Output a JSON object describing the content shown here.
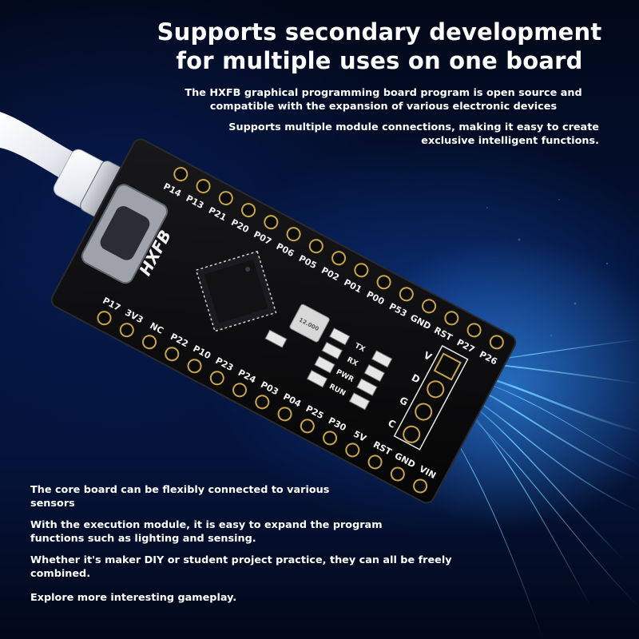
{
  "headline": {
    "line1": "Supports secondary development",
    "line2": "for multiple uses on one board"
  },
  "intro": {
    "line1": "The HXFB graphical programming board program is open source and",
    "line2": "compatible with the expansion of various electronic devices"
  },
  "modules": {
    "line1": "Supports multiple module connections, making it easy to create",
    "line2": "exclusive intelligent functions."
  },
  "features": [
    {
      "line1": "The core board can be flexibly connected to various",
      "line2": "sensors"
    },
    {
      "line1": "With the execution module, it is easy to expand the program",
      "line2": "functions such as lighting and sensing."
    },
    {
      "line1": "Whether it's maker DIY or student project practice, they can all be freely",
      "line2": "combined."
    },
    {
      "line1": "Explore more interesting gameplay.",
      "line2": ""
    }
  ],
  "board": {
    "logo": "HXFB",
    "top_pins": [
      "P14",
      "P13",
      "P21",
      "P20",
      "P07",
      "P06",
      "P05",
      "P02",
      "P01",
      "P00",
      "P53",
      "GND",
      "RST",
      "P27",
      "P26"
    ],
    "bottom_pins": [
      "P17",
      "3V3",
      "NC",
      "P22",
      "P10",
      "P23",
      "P24",
      "P03",
      "P04",
      "P25",
      "P30",
      "5V",
      "RST",
      "GND",
      "VIN"
    ],
    "header_pins": [
      "V",
      "D",
      "G",
      "C"
    ],
    "leds": [
      "TX",
      "RX",
      "PWR",
      "RUN"
    ],
    "crystal_label": "12.000"
  },
  "colors": {
    "background": "#031236",
    "glow": "#3aa0ff",
    "pcb": "#0b0b0d",
    "gold_pad": "#c9a54a",
    "text": "#ffffff"
  }
}
